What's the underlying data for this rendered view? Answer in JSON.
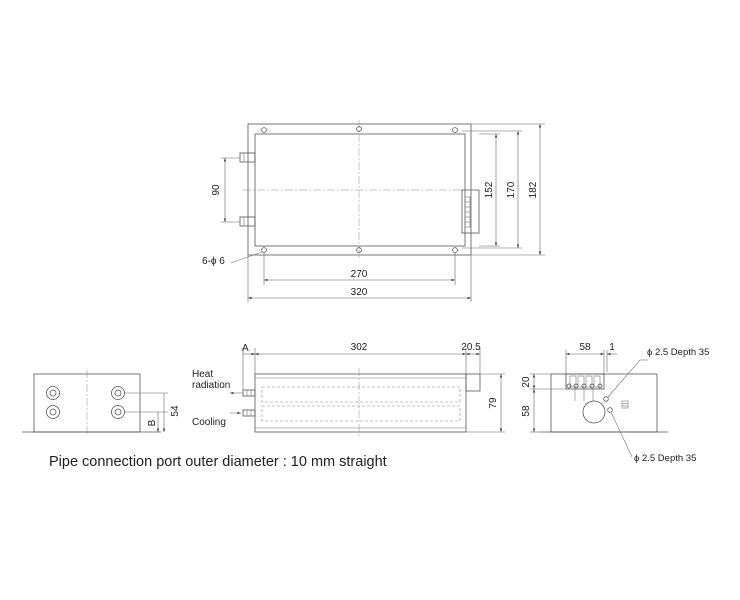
{
  "top_view": {
    "dim_width_outer": "320",
    "dim_width_holes": "270",
    "dim_height_outer": "182",
    "dim_height_mid": "170",
    "dim_height_inner": "152",
    "dim_port_spacing": "90",
    "hole_label": "6-ϕ 6"
  },
  "front_view": {
    "label_a": "A",
    "dim_length": "302",
    "dim_offset": "20.5",
    "dim_height": "79",
    "heat_label_line1": "Heat",
    "heat_label_line2": "radiation",
    "cooling_label": "Cooling"
  },
  "left_view": {
    "dim_54": "54",
    "label_b": "B"
  },
  "right_view": {
    "dim_58_top": "58",
    "dim_1": "1",
    "dim_20": "20",
    "dim_58_side": "58",
    "hole_note_top": "ϕ 2.5 Depth 35",
    "hole_note_bottom": "ϕ 2.5 Depth 35"
  },
  "note": "Pipe connection port outer diameter : 10 mm straight"
}
